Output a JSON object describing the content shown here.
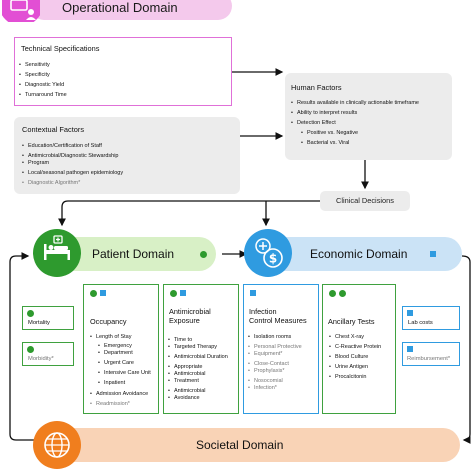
{
  "operational": {
    "title": "Operational Domain",
    "icon": "computer-user-icon"
  },
  "technical": {
    "title": "Technical Specifications",
    "items": [
      "Sensitivity",
      "Specificity",
      "Diagnostic Yield",
      "Turnaround Time"
    ]
  },
  "contextual": {
    "title": "Contextual Factors",
    "items": [
      "Education/Certification of Staff",
      "Antimicrobial/Diagnostic Stewardship",
      "Program",
      "Local/seasonal  pathogen epidemiology",
      "Diagnostic Algorithm*"
    ]
  },
  "human": {
    "title": "Human Factors",
    "items": [
      "Results available in clinically actionable timeframe",
      "Ability to interpret results",
      "Detection Effect"
    ],
    "sub_items": [
      "Positive vs. Negative",
      "Bacterial vs. Viral"
    ]
  },
  "clinical": {
    "label": "Clinical Decisions"
  },
  "patient": {
    "title": "Patient Domain",
    "icon": "hospital-bed-icon",
    "accent": "#2e9a2e",
    "side": [
      "Mortality",
      "Morbidity*"
    ],
    "occupancy": {
      "title": "Occupancy",
      "items": [
        "Length of Stay",
        "Admission Avoidance",
        "Readmission*"
      ],
      "sub_items": [
        "Emergency",
        "Department",
        "Urgent Care",
        "Intensive Care Unit",
        "Inpatient"
      ]
    },
    "antimicrobial": {
      "title": [
        "Antimicrobial",
        "Exposure"
      ],
      "items": [
        "Time to",
        "Targeted Therapy",
        "Antimicrobial Duration",
        "Appropriate",
        "Antimicrobial",
        "Treatment",
        "Antimicrobial",
        "Avoidance"
      ]
    }
  },
  "economic": {
    "title": "Economic Domain",
    "icon": "money-plus-icon",
    "accent": "#2f9be0",
    "side": [
      "Lab costs",
      "Reimbursement*"
    ],
    "infection": {
      "title": [
        "Infection",
        "Control Measures"
      ],
      "items": [
        "Isolation rooms",
        "Personal Protective",
        "Equipment*",
        "Close-Contact",
        "Prophylaxis*",
        "Nosocomial",
        "Infection*"
      ]
    },
    "ancillary": {
      "title": "Ancillary Tests",
      "items": [
        "Chest X-ray",
        "C-Reactive Protein",
        "Blood Culture",
        "Urine Antigen",
        "Procalcitonin"
      ]
    }
  },
  "societal": {
    "title": "Societal Domain",
    "icon": "globe-icon",
    "accent": "#f07e1e"
  }
}
